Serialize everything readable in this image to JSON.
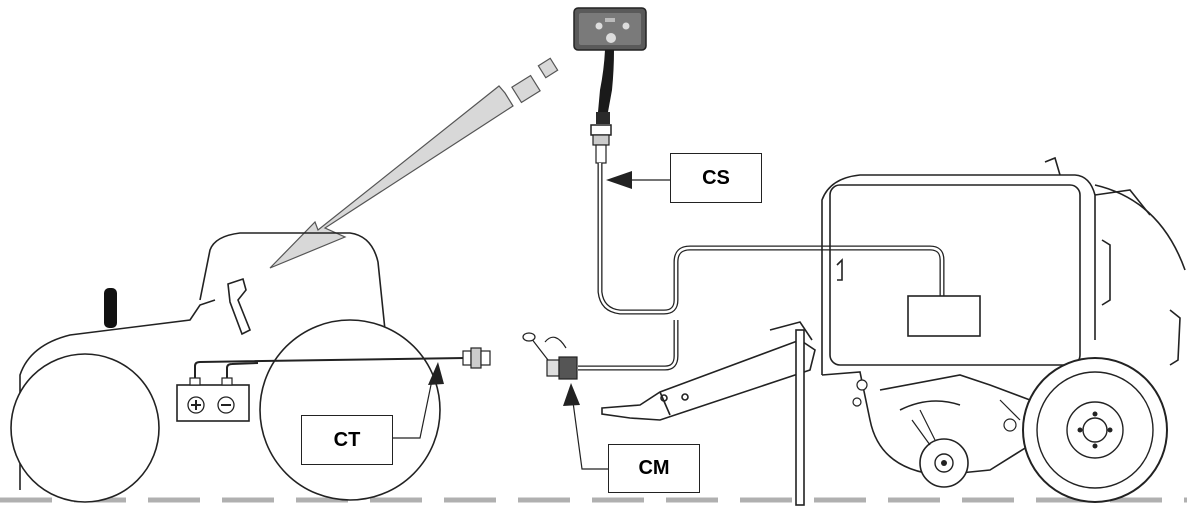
{
  "labels": {
    "cs": "CS",
    "ct": "CT",
    "cm": "CM"
  },
  "colors": {
    "line": "#222222",
    "arrow_fill": "#d6d6d6",
    "ground": "#b0b0b0"
  }
}
